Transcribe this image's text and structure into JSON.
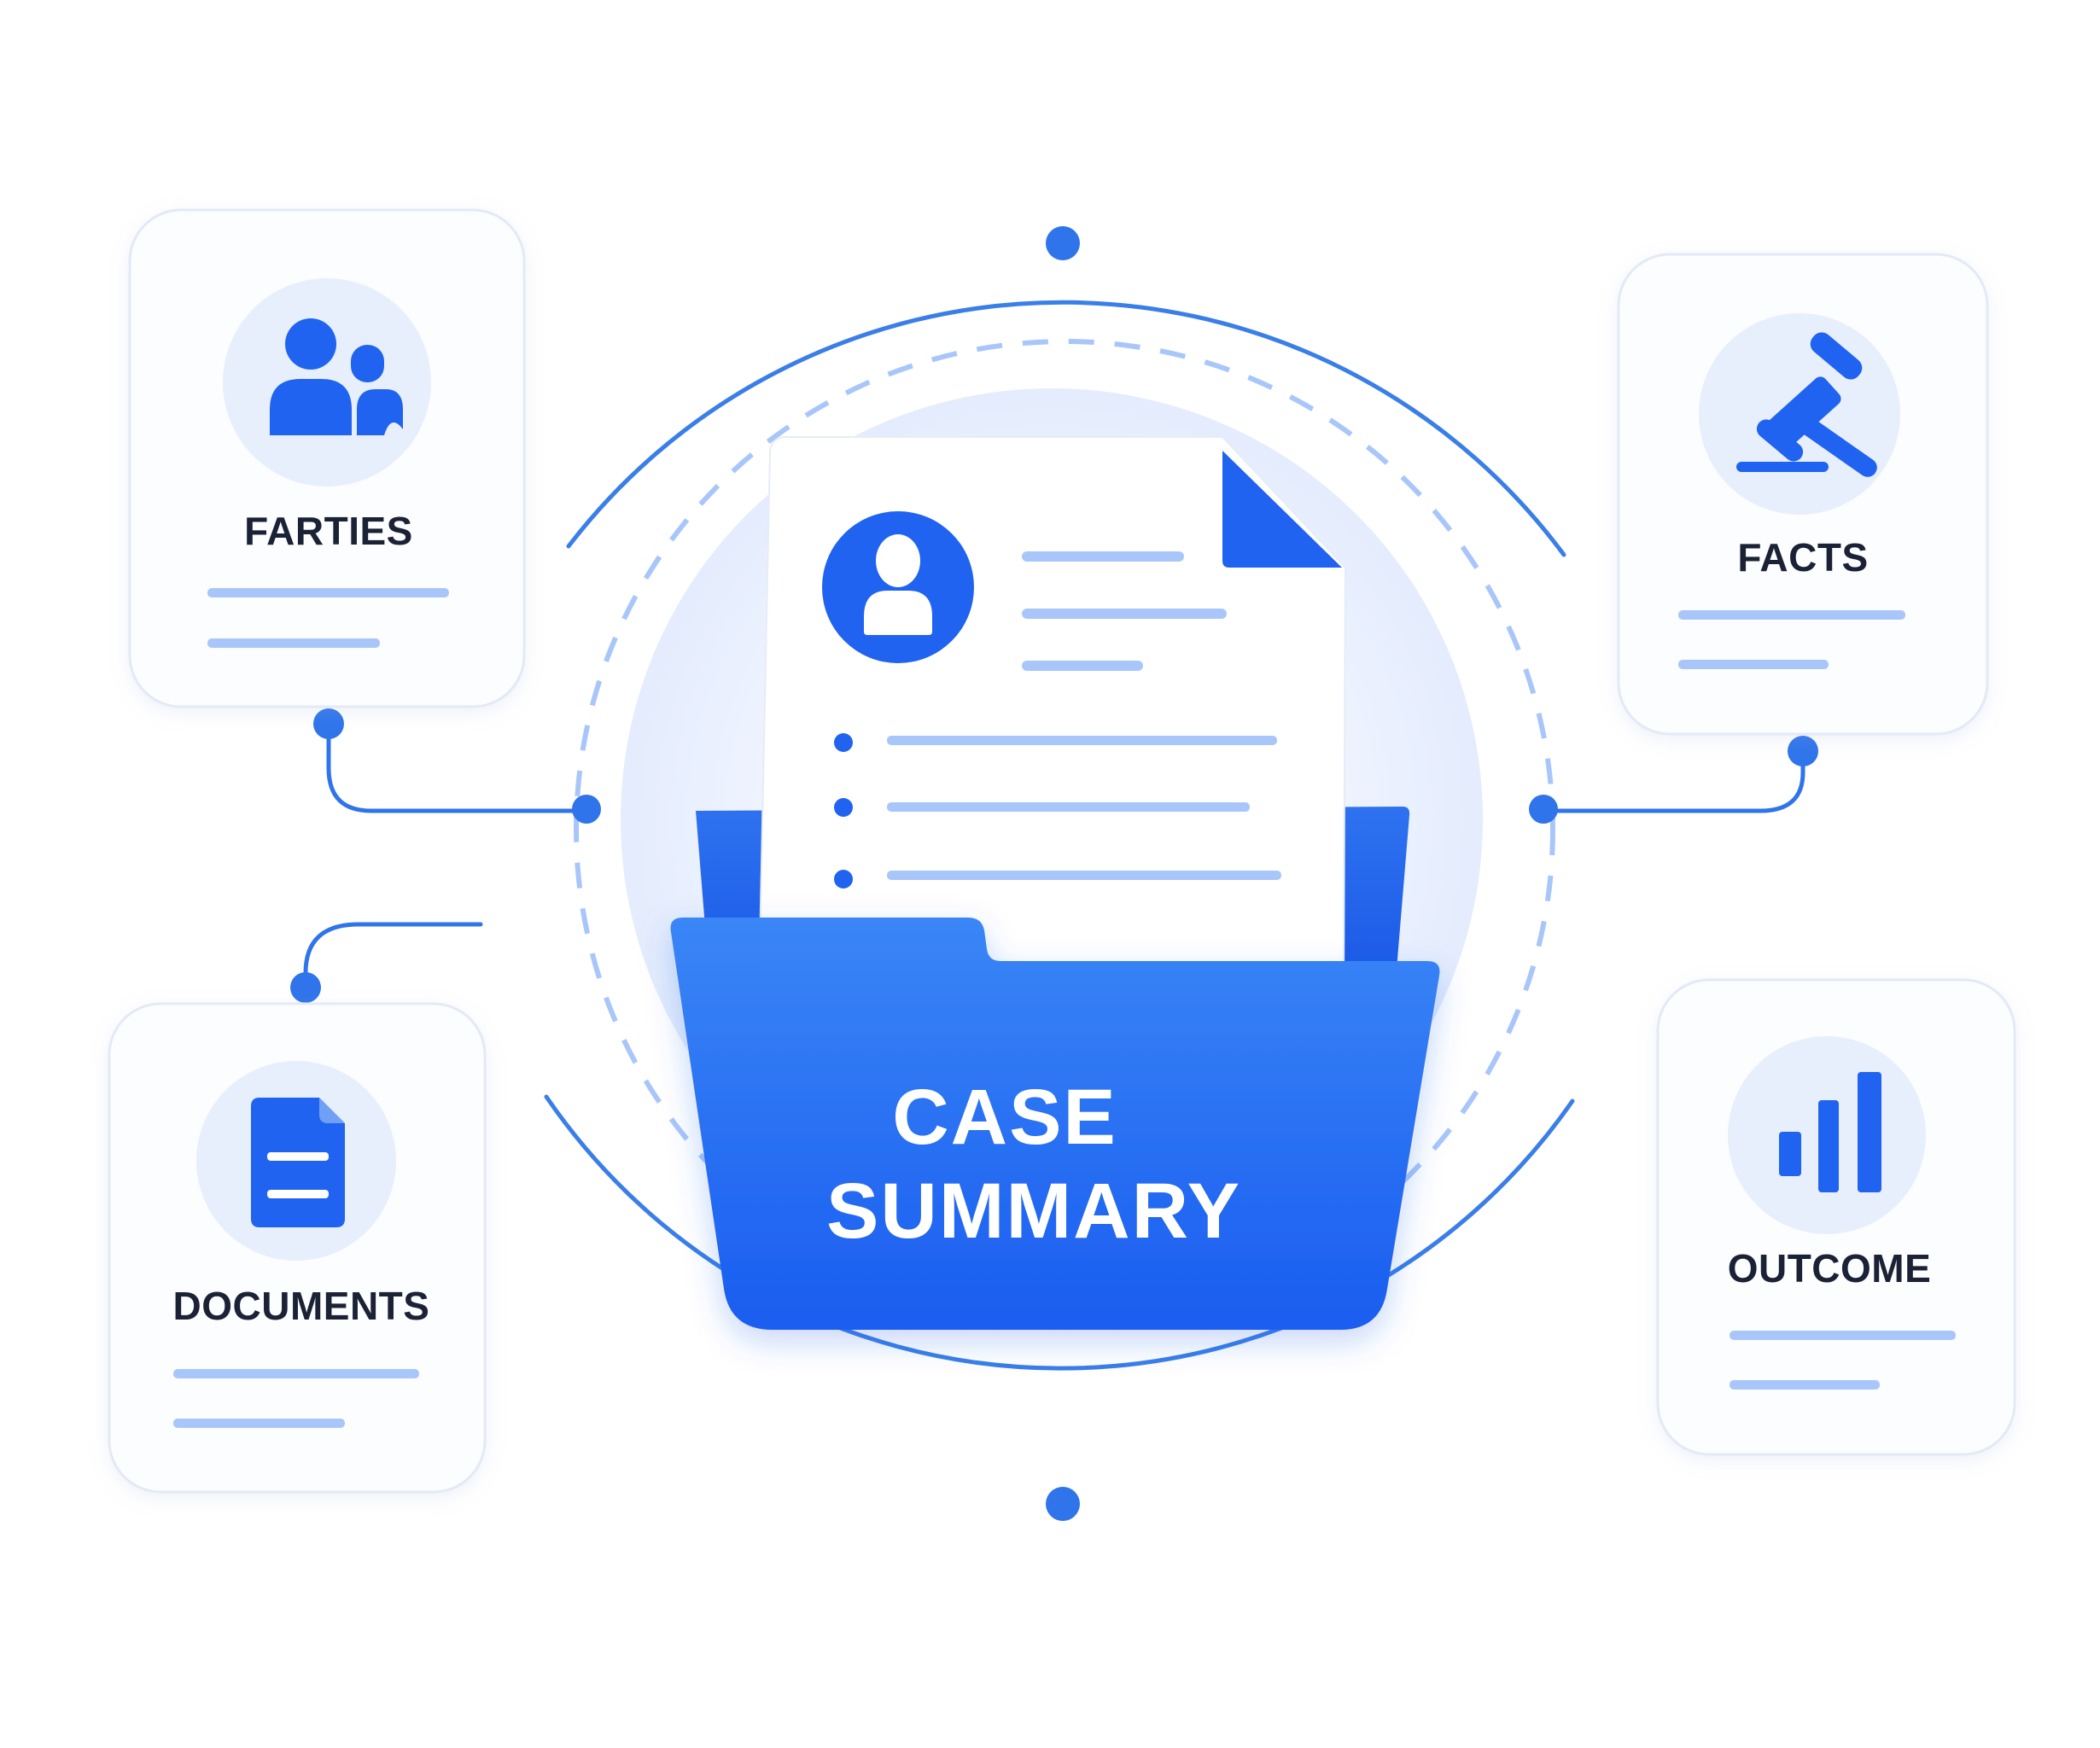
{
  "center": {
    "title_line1": "CASE",
    "title_line2": "SUMMARY"
  },
  "cards": {
    "parties": {
      "label": "FARTIES",
      "icon": "people-icon"
    },
    "facts": {
      "label": "FACTS",
      "icon": "gavel-icon"
    },
    "documents": {
      "label": "DOCUMENTS",
      "icon": "document-icon"
    },
    "outcome": {
      "label": "OUTCOME",
      "icon": "bar-chart-icon"
    }
  },
  "colors": {
    "primary_blue": "#1f63f0",
    "light_blue": "#a9c6fb",
    "line_blue": "#3a7ee8",
    "card_border": "#e3eaf6",
    "icon_bg": "#e8effc",
    "label_text": "#1b2236"
  }
}
